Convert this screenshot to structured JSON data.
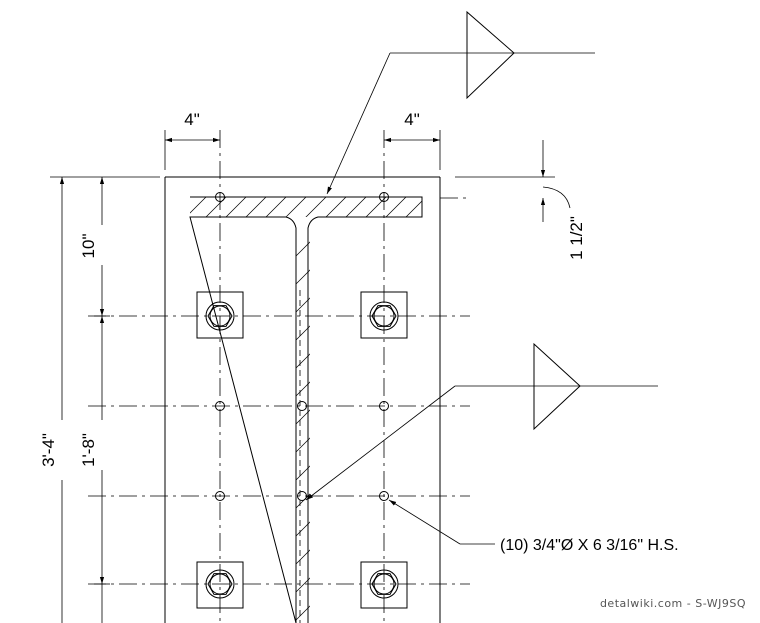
{
  "dimensions": {
    "top_left_edge": "4\"",
    "top_right_edge": "4\"",
    "flange_offset": "1 1/2\"",
    "first_row": "10\"",
    "bolt_spacing": "1'-8\"",
    "overall": "3'-4\""
  },
  "callouts": {
    "bolt_note": "(10) 3/4\"Ø X 6 3/16\" H.S."
  },
  "watermark": "detalwiki.com - S-WJ9SQ"
}
